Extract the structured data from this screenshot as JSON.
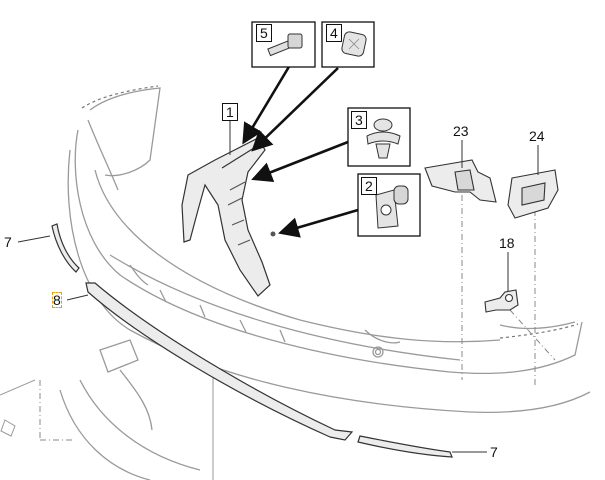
{
  "diagram": {
    "callouts": [
      {
        "id": "c1",
        "label": "1"
      },
      {
        "id": "c2",
        "label": "2"
      },
      {
        "id": "c3",
        "label": "3"
      },
      {
        "id": "c4",
        "label": "4"
      },
      {
        "id": "c5",
        "label": "5"
      },
      {
        "id": "c7a",
        "label": "7"
      },
      {
        "id": "c7b",
        "label": "7"
      },
      {
        "id": "c8",
        "label": "8"
      },
      {
        "id": "c18",
        "label": "18"
      },
      {
        "id": "c23",
        "label": "23"
      },
      {
        "id": "c24",
        "label": "24"
      }
    ],
    "colors": {
      "line": "#555555",
      "outline": "#9a9a9a",
      "highlight": "#e3a21a"
    }
  }
}
